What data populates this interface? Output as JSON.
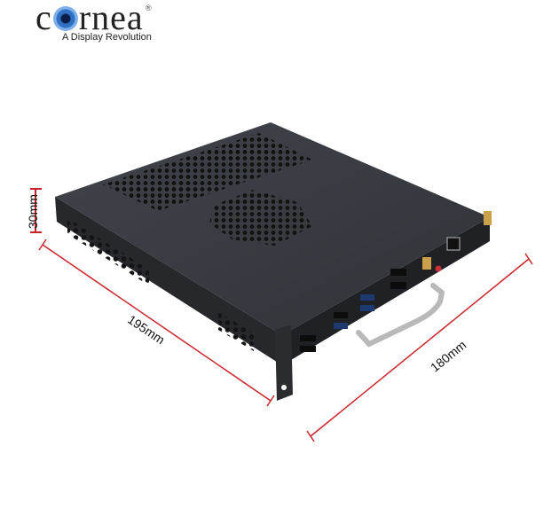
{
  "brand": {
    "name": "cornea",
    "registered_mark": "®",
    "tagline": "A Display Revolution",
    "eye_color": "#2f6fc4"
  },
  "product": {
    "type": "OPS mini PC chassis",
    "chassis_color": "#3a3d42",
    "handle_color": "#b9b9b9"
  },
  "dimensions": {
    "height": "30mm",
    "length": "195mm",
    "depth": "180mm",
    "line_color": "#c8262b"
  }
}
